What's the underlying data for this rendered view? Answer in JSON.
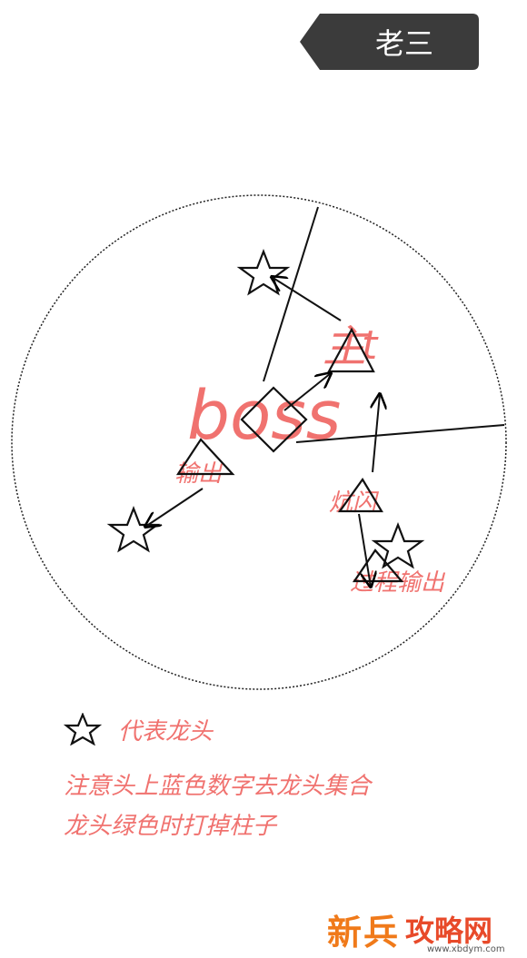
{
  "header": {
    "tag_label": "老三",
    "tag_color": "#3b3b3b"
  },
  "diagram": {
    "center_label": "boss",
    "center_label_suffix_a": "主",
    "center_label_suffix_b": "t",
    "labels": {
      "output": "输出",
      "pulse": "炕闪",
      "transit_output": "过程输出"
    },
    "accent_color": "#f0726f"
  },
  "legend": {
    "star_meaning": "代表龙头",
    "notes": [
      "注意头上蓝色数字去龙头集合",
      "龙头绿色时打掉柱子"
    ]
  },
  "watermark": {
    "brand": "新兵",
    "site": "攻略网",
    "url": "www.xbdym.com"
  }
}
